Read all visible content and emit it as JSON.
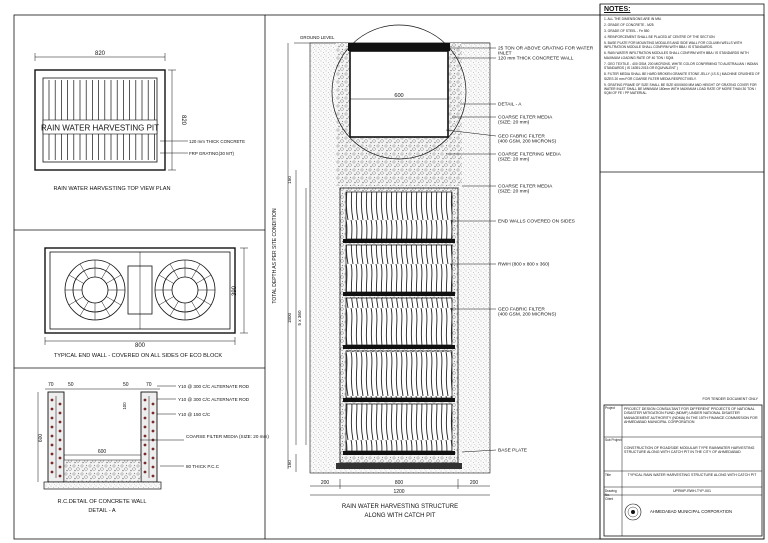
{
  "notes": {
    "title": "NOTES:",
    "items": [
      "1. ALL THE DIMENSIONS ARE IN MM.",
      "2. GRADE OF CONCRETE - M25",
      "3. GRADE OF STEEL - Fe 550",
      "4. REINFORCEMENT SHALL BE PLACED AT CENTRE OF THE SECTION",
      "5. BASE PLATE FOR MOUNTING MODULES AND SIDE WALL FOR COLUMN WELLS WITH INFILTRATION MODULE SHALL CONFIRM WITH BBA / IS STANDARDS.",
      "6. RAIN WATER INFILTRATION MODULES SHALL CONFIRM WITH BBA / IS STANDARDS WITH MAXIMUM LOADING RATE OF 40 TON / SQM.",
      "7. GEO TEXTILE - 400 GSM, 200 MICRONS, WHITE COLOR CONFIRMING TO AUSTRALIAN / INDIAN STANDARDS ( IS 16391:2015 OR EQUIVALENT )",
      "8. FILTER MEDIA SHALL BE HARD BROKEN GRANITE STONE JELLY (I.S.S.) MACHINE CRUSHED OF SIZES 20 mm FOR COARSE FILTER MEDIA RESPECTIVELY.",
      "9. GRATING FRAME OF SIZE SHALL BE SIZE 600X600 MM AND HEIGHT OF GRATING COVER FOR WATER INLET SHALL BE MINIMUM 180mm WITH MAXIMUM LOAD RATE OF MORE THAN 30 TON / SQM OF FE / PP MATERIAL."
    ]
  },
  "top_view": {
    "dim_width": "820",
    "dim_height": "820",
    "label": "RAIN WATER HARVESTING PIT",
    "callout_concrete": "120 mm THICK CONCRETE",
    "callout_frp": "FRP GRATING(30 MT)",
    "caption": "RAIN WATER HARVESTING TOP VIEW PLAN"
  },
  "end_wall": {
    "dim_width": "800",
    "dim_height": "390",
    "caption": "TYPICAL END WALL - COVERED ON ALL SIDES OF ECO BLOCK"
  },
  "rc_detail": {
    "dim_a": "70",
    "dim_b": "50",
    "dim_c": "50",
    "dim_d": "70",
    "dim_inner": "600",
    "dim_height": "600",
    "dim_side": "100",
    "callout_1": "Y10 @ 300 C/C ALTERNATE ROD",
    "callout_2": "Y10 @ 300 C/C ALTERNATE ROD",
    "callout_3": "Y10 @ 150 C/C",
    "callout_4": "COARSE FILTER MEDIA (SIZE: 20 mm)",
    "callout_5": "80 THICK P.C.C",
    "caption_1": "R.C.DETAIL OF CONCRETE WALL",
    "caption_2": "DETAIL - A"
  },
  "section": {
    "ground_level": "GROUND LEVEL",
    "vertical_label": "TOTAL DEPTH AS PER SITE CONDITION",
    "dim_top": "150",
    "dim_total": "1800",
    "dim_module": "5 x 360",
    "dim_bottom": "150",
    "dim_pit": "600",
    "dim_bottom_left": "200",
    "dim_bottom_mid": "800",
    "dim_bottom_right": "200",
    "dim_bottom_total": "1200",
    "callouts": [
      "25 TON OR ABOVE GRATING FOR WATER INLET",
      "120 mm THICK CONCRETE WALL",
      "DETAIL - A",
      "COARSE FILTER MEDIA (SIZE: 20 mm)",
      "GEO FABRIC FILTER (400 GSM, 200 MICRONS)",
      "COARSE FILTERING MEDIA (SIZE: 20 mm)",
      "COARSE FILTER MEDIA (SIZE: 20 mm)",
      "END WALLS COVERED ON SIDES",
      "RWIH (800 x 800 x 360)",
      "GEO FABRIC FILTER (400 GSM, 200 MICRONS)",
      "BASE PLATE"
    ],
    "caption_1": "RAIN WATER HARVESTING STRUCTURE",
    "caption_2": "ALONG WITH CATCH PIT"
  },
  "title_block": {
    "tender": "FOR TENDER DOCUMENT ONLY",
    "project_label": "Project",
    "project_text": "PROJECT DESIGN CONSULTANT FOR DIFFERENT PROJECTS OF NATIONAL DISASTER MITIGATION FUND (NDMF) UNDER NATIONAL DISASTER MANAGEMENT AUTHORITY (NDMA) IN THE 15TH FINANCE COMMISSION FOR AHMEDABAD MUNICIPAL CORPORATION",
    "subproject_label": "Sub Project",
    "subproject_text": "CONSTRUCTION OF ROADSIDE MODULAR TYPE RAINWATER HARVESTING STRUCTURE ALONG WITH CATCH PIT IN THE CITY OF AHMEDABAD",
    "title_label": "Title",
    "title_text": "TYPICAL RAIN WATER HARVESTING STRUCTURE ALONG WITH CATCH PIT",
    "drawing_label": "Drawing No.",
    "drawing_text": "UPRMP-RWH-TYP-001",
    "client_label": "Client",
    "client_text": "AHMEDABAD MUNICIPAL CORPORATION"
  }
}
